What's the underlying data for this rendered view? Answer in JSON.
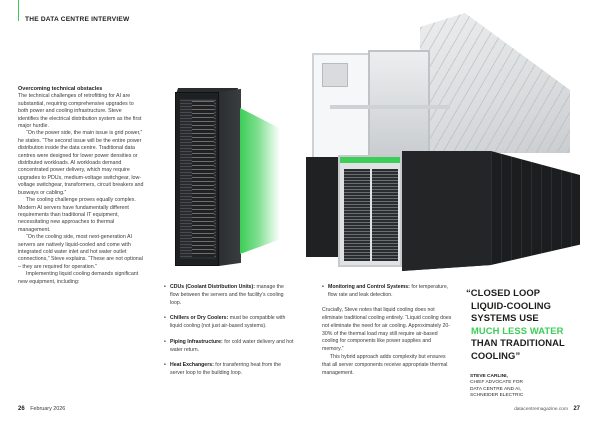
{
  "header": {
    "section_title": "THE DATA CENTRE INTERVIEW"
  },
  "left_column": {
    "heading": "Overcoming technical obstacles",
    "paragraphs": [
      "The technical challenges of retrofitting for AI are substantial, requiring comprehensive upgrades to both power and cooling infrastructure. Steve identifies the electrical distribution system as the first major hurdle.",
      "“On the power side, the main issue is grid power,” he states. “The second issue will be the entire power distribution inside the data centre. Traditional data centres were designed for lower power densities or distributed workloads. AI workloads demand concentrated power delivery, which may require upgrades to PDUs, medium-voltage switchgear, low-voltage switchgear, transformers, circuit breakers and busways or cabling.”",
      "The cooling challenge proves equally complex. Modern AI servers have fundamentally different requirements than traditional IT equipment, necessitating new approaches to thermal management.",
      "“On the cooling side, most next-generation AI servers are natively liquid-cooled and come with integrated cold water inlet and hot water outlet connections,” Steve explains. “These are not optional – they are required for operation.”",
      "Implementing liquid cooling demands significant new equipment, including:"
    ]
  },
  "bullets": [
    {
      "term": "CDUs (Coolant Distribution Units):",
      "text": "manage the flow between the servers and the facility’s cooling loop."
    },
    {
      "term": "Chillers or Dry Coolers:",
      "text": "must be compatible with liquid cooling (not just air-based systems)."
    },
    {
      "term": "Piping Infrastructure:",
      "text": "for cold water delivery and hot water return."
    },
    {
      "term": "Heat Exchangers:",
      "text": "for transferring heat from the server loop to the building loop."
    },
    {
      "term": "Monitoring and Control Systems:",
      "text": "for temperature, flow rate and leak detection."
    }
  ],
  "right_column": {
    "paragraphs": [
      "Crucially, Steve notes that liquid cooling does not eliminate traditional cooling entirely. “Liquid cooling does not eliminate the need for air cooling. Approximately 20-30% of the thermal load may still require air-based cooling for components like power supplies and memory.”",
      "This hybrid approach adds complexity but ensures that all server components receive appropriate thermal management."
    ]
  },
  "pull_quote": {
    "lines": [
      "“CLOSED LOOP",
      "LIQUID-COOLING",
      "SYSTEMS USE"
    ],
    "highlight": "MUCH LESS WATER",
    "lines_after": [
      "THAN TRADITIONAL",
      "COOLING”"
    ],
    "highlight_color": "#3dcd58"
  },
  "attribution": {
    "name": "STEVE CARLINI,",
    "lines": [
      "CHIEF ADVOCATE FOR",
      "DATA CENTRE AND AI,",
      "SCHNEIDER ELECTRIC"
    ]
  },
  "footer": {
    "left_page": "26",
    "left_text": "February 2026",
    "right_text": "datacentremagazine.com",
    "right_page": "27"
  },
  "images": {
    "rack": "single-server-rack-image",
    "pod": "data-centre-pod-image",
    "accent_color": "#3dcd58"
  }
}
